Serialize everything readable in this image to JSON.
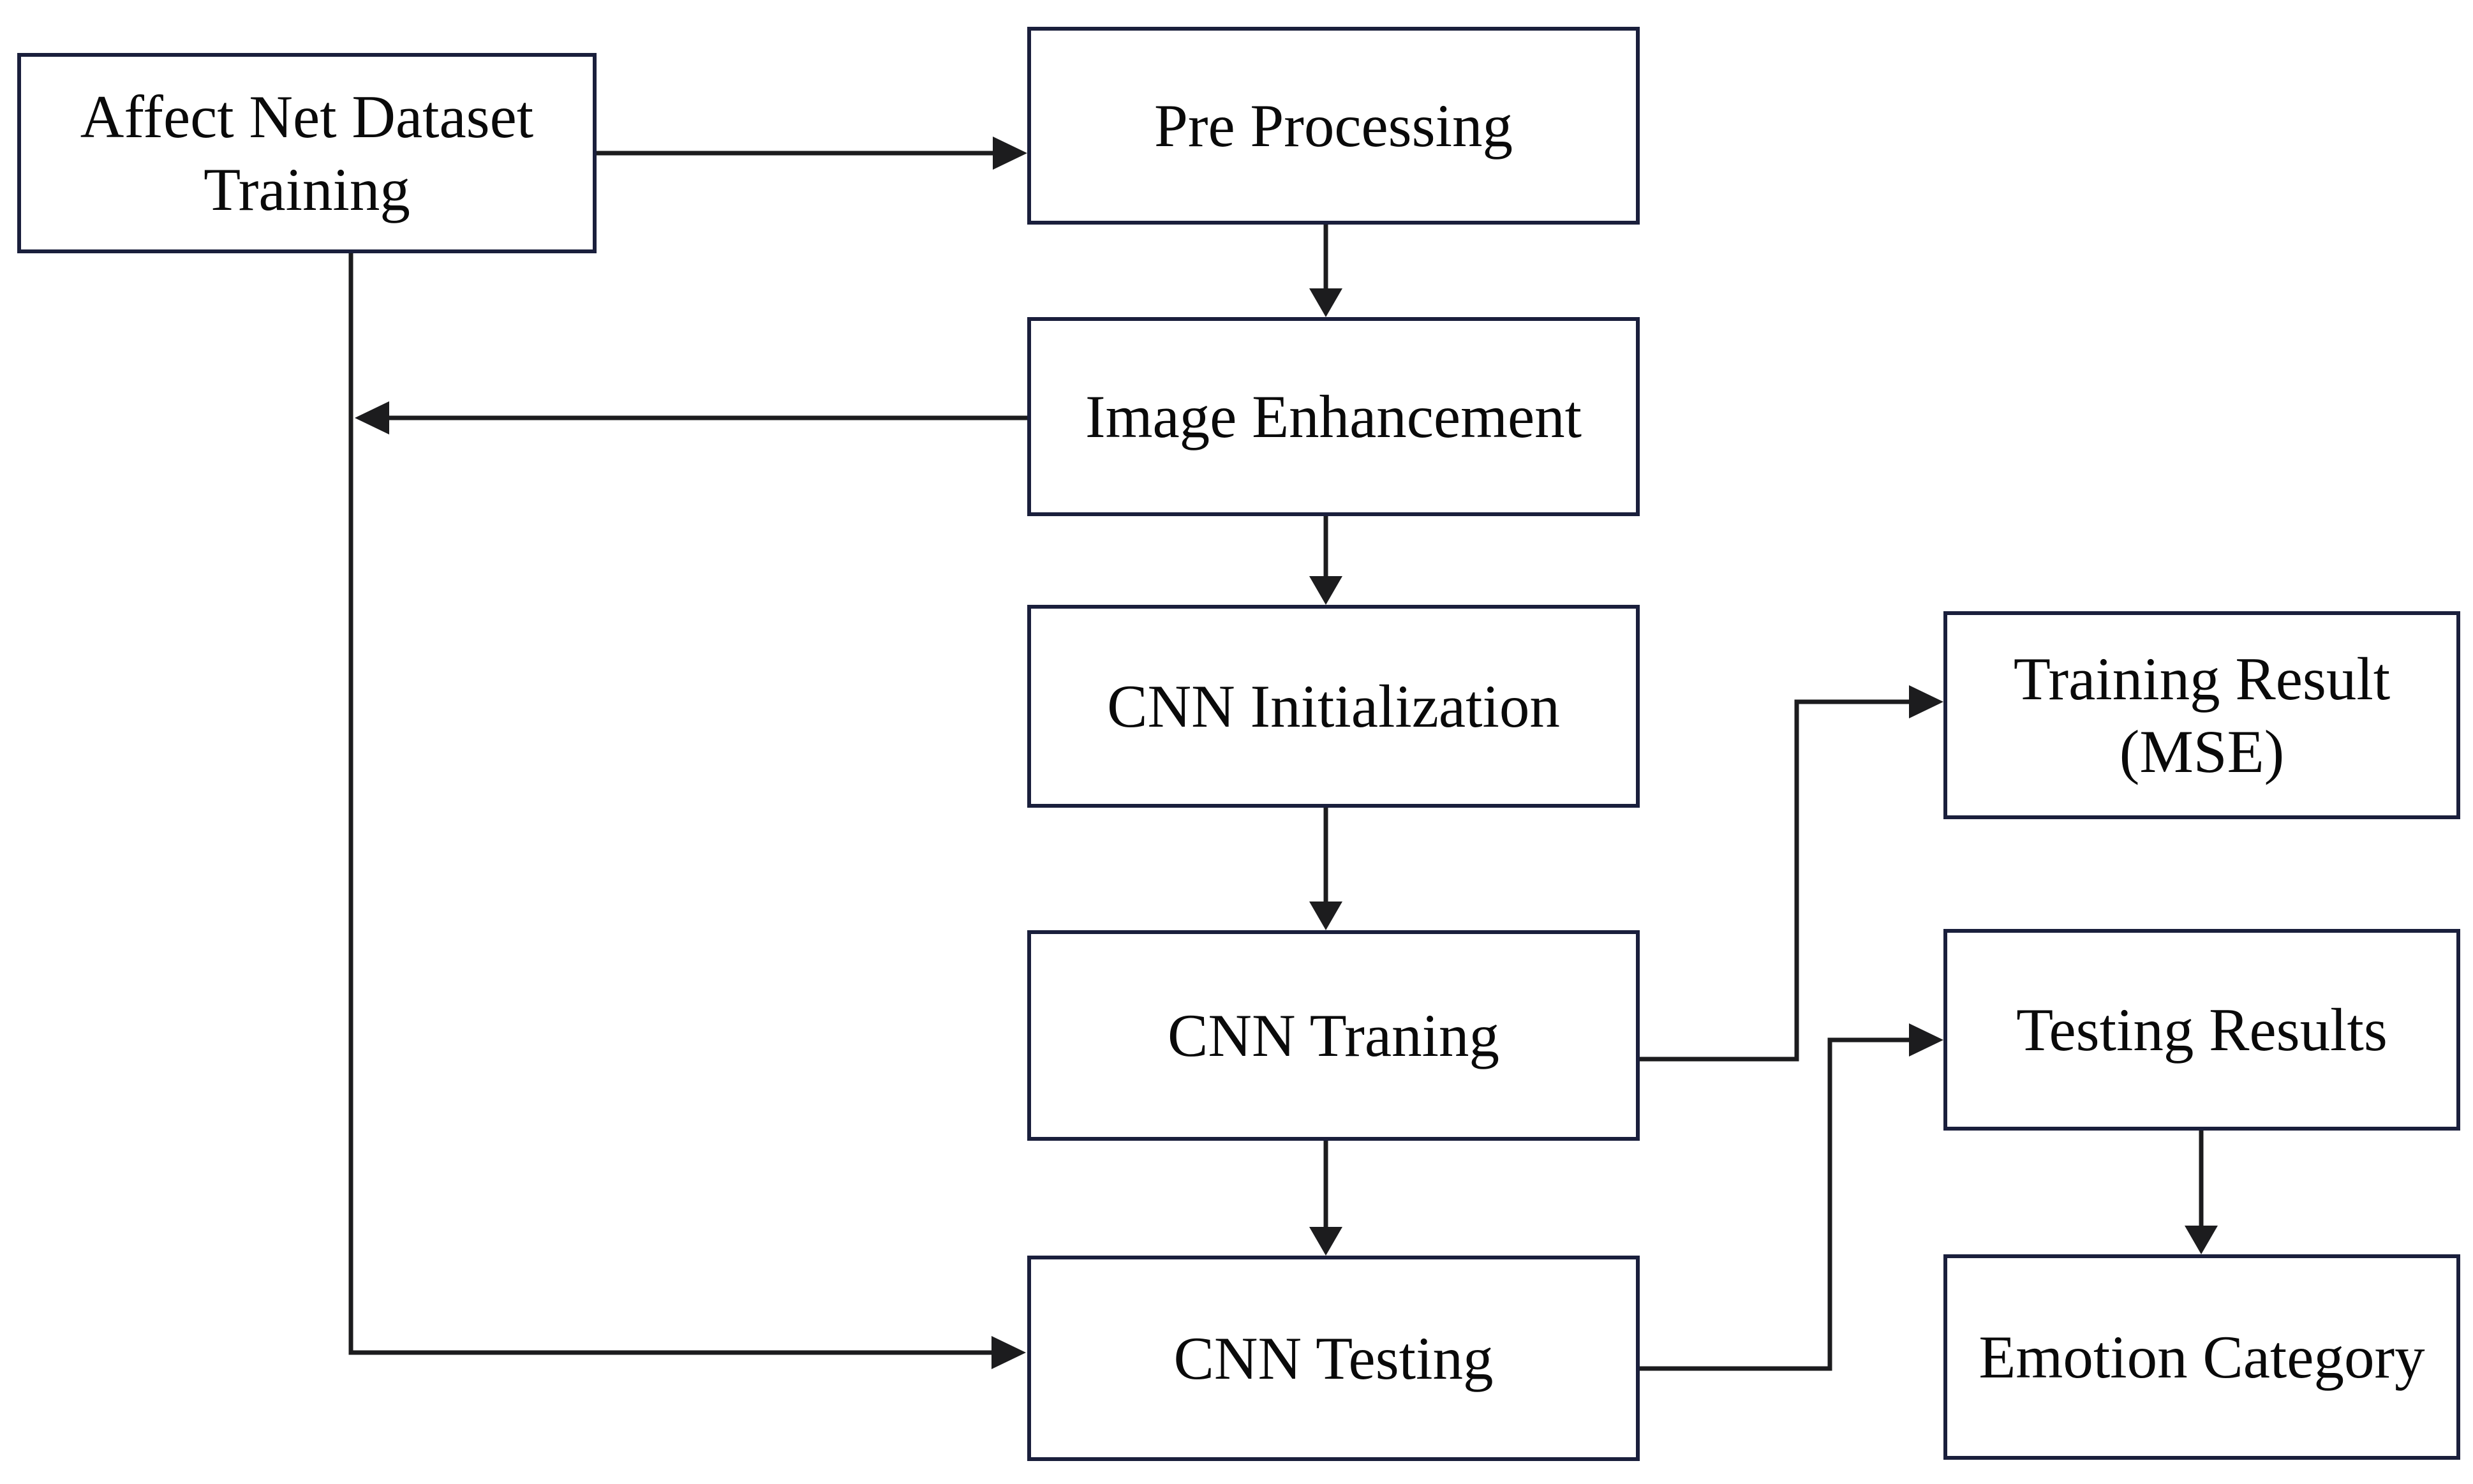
{
  "diagram": {
    "type": "flowchart",
    "background_color": "#ffffff",
    "box_border_color": "#1a1f3c",
    "box_fill_color": "#ffffff",
    "connector_color": "#1c1c1e",
    "text_color": "#0a0a0a",
    "nodes": {
      "affect_net": {
        "lines": [
          "Affect Net Dataset",
          "Training"
        ]
      },
      "pre_processing": {
        "lines": [
          "Pre Processing"
        ]
      },
      "image_enhancement": {
        "lines": [
          "Image Enhancement"
        ]
      },
      "cnn_initialization": {
        "lines": [
          "CNN Initialization"
        ]
      },
      "cnn_training": {
        "lines": [
          "CNN Traning"
        ]
      },
      "cnn_testing": {
        "lines": [
          "CNN Testing"
        ]
      },
      "training_result": {
        "lines": [
          "Training Result",
          "(MSE)"
        ]
      },
      "testing_results": {
        "lines": [
          "Testing Results"
        ]
      },
      "emotion_category": {
        "lines": [
          "Emotion Category"
        ]
      }
    },
    "edges": [
      {
        "from": "affect_net",
        "to": "pre_processing",
        "style": "straight-right"
      },
      {
        "from": "pre_processing",
        "to": "image_enhancement",
        "style": "straight-down"
      },
      {
        "from": "image_enhancement",
        "to": "left-feedback-rail",
        "style": "straight-left"
      },
      {
        "from": "image_enhancement",
        "to": "cnn_initialization",
        "style": "straight-down"
      },
      {
        "from": "cnn_initialization",
        "to": "cnn_training",
        "style": "straight-down"
      },
      {
        "from": "cnn_training",
        "to": "cnn_testing",
        "style": "straight-down"
      },
      {
        "from": "affect_net",
        "to": "cnn_testing",
        "style": "elbow-via-left-rail"
      },
      {
        "from": "cnn_training",
        "to": "training_result",
        "style": "elbow-right-up-right"
      },
      {
        "from": "cnn_testing",
        "to": "testing_results",
        "style": "elbow-right-up-right"
      },
      {
        "from": "testing_results",
        "to": "emotion_category",
        "style": "straight-down"
      }
    ]
  }
}
